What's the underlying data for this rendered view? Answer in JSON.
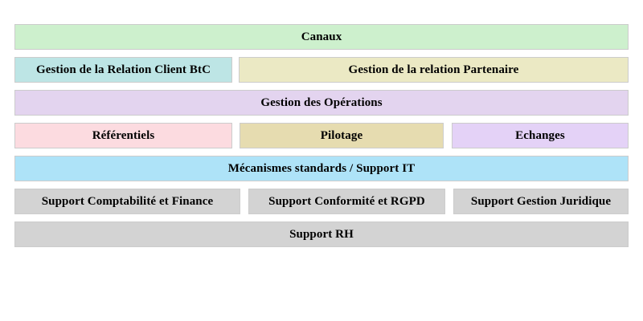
{
  "diagram": {
    "type": "layered-architecture-blocks",
    "rows": [
      {
        "name": "canaux",
        "blocks": [
          {
            "label": "Canaux",
            "color": "#cdf0cd"
          }
        ]
      },
      {
        "name": "relations",
        "blocks": [
          {
            "label": "Gestion de la Relation Client BtC",
            "color": "#bde5e5"
          },
          {
            "label": "Gestion de la relation Partenaire",
            "color": "#ebe9c4"
          }
        ]
      },
      {
        "name": "operations",
        "blocks": [
          {
            "label": "Gestion des Opérations",
            "color": "#e3d4ef"
          }
        ]
      },
      {
        "name": "operations-sub",
        "blocks": [
          {
            "label": "Référentiels",
            "color": "#fcdbe0"
          },
          {
            "label": "Pilotage",
            "color": "#e6dcb0"
          },
          {
            "label": "Echanges",
            "color": "#e4d2f7"
          }
        ]
      },
      {
        "name": "mecanismes",
        "blocks": [
          {
            "label": "Mécanismes standards / Support IT",
            "color": "#aee3f8"
          }
        ]
      },
      {
        "name": "supports",
        "blocks": [
          {
            "label": "Support Comptabilité et Finance",
            "color": "#d3d3d3"
          },
          {
            "label": "Support Conformité et RGPD",
            "color": "#d3d3d3"
          },
          {
            "label": "Support Gestion Juridique",
            "color": "#d3d3d3"
          }
        ]
      },
      {
        "name": "support-rh",
        "blocks": [
          {
            "label": "Support RH",
            "color": "#d3d3d3"
          }
        ]
      }
    ]
  }
}
